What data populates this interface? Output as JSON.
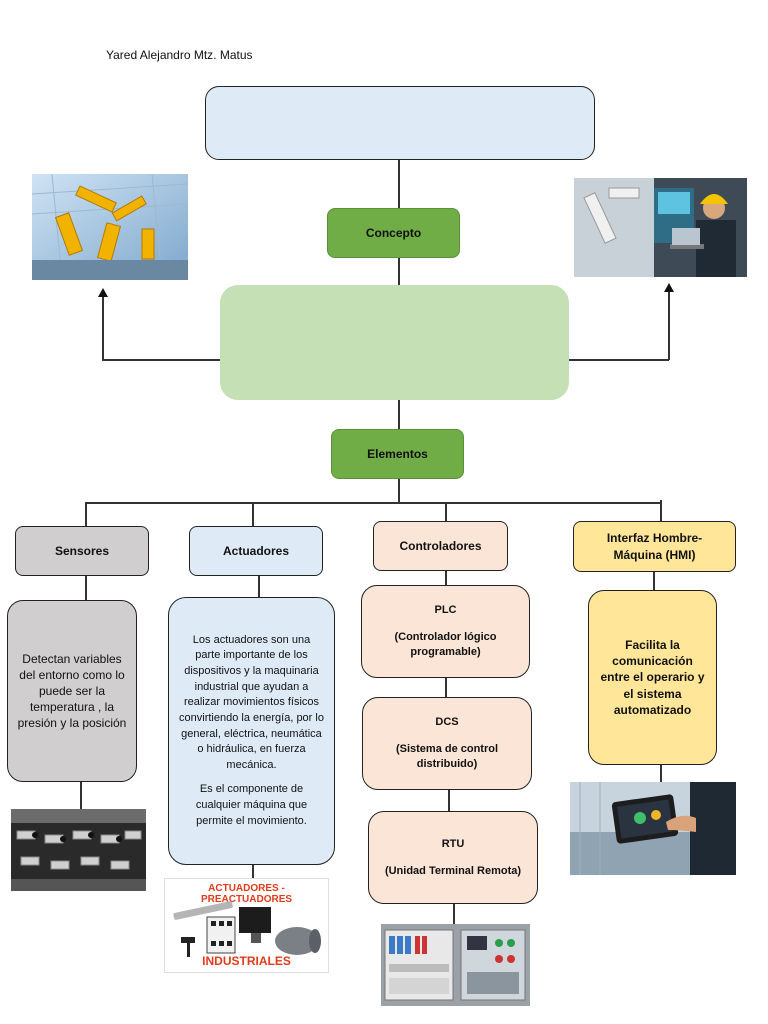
{
  "author": "Yared Alejandro Mtz. Matus",
  "concepto": "Concepto",
  "elementos": "Elementos",
  "sensores": {
    "title": "Sensores",
    "desc": "Detectan variables del entorno como lo puede ser la temperatura , la presión y la posición"
  },
  "actuadores": {
    "title": "Actuadores",
    "desc_1": "Los actuadores son una parte importante de los dispositivos y la maquinaria industrial que ayudan a realizar movimientos físicos convirtiendo la energía, por lo general, eléctrica, neumática o hidráulica, en fuerza mecánica.",
    "desc_2": "Es el componente de cualquier máquina que permite el movimiento.",
    "image_title": "ACTUADORES - PREACTUADORES",
    "image_bottom": "INDUSTRIALES"
  },
  "controladores": {
    "title": "Controladores",
    "plc_title": "PLC",
    "plc_sub": "(Controlador lógico programable)",
    "dcs_title": "DCS",
    "dcs_sub": "(Sistema de control distribuido)",
    "rtu_title": "RTU",
    "rtu_sub": "(Unidad Terminal Remota)"
  },
  "hmi": {
    "title": "Interfaz Hombre-Máquina (HMI)",
    "desc": "Facilita la comunicación entre el operario y el sistema automatizado"
  },
  "colors": {
    "top_box": "#deebf7",
    "green_dark": "#70ad47",
    "green_light": "#c5e0b4",
    "gray": "#d0cece",
    "blue_light": "#deebf7",
    "peach": "#fbe5d6",
    "yellow": "#ffe699"
  }
}
